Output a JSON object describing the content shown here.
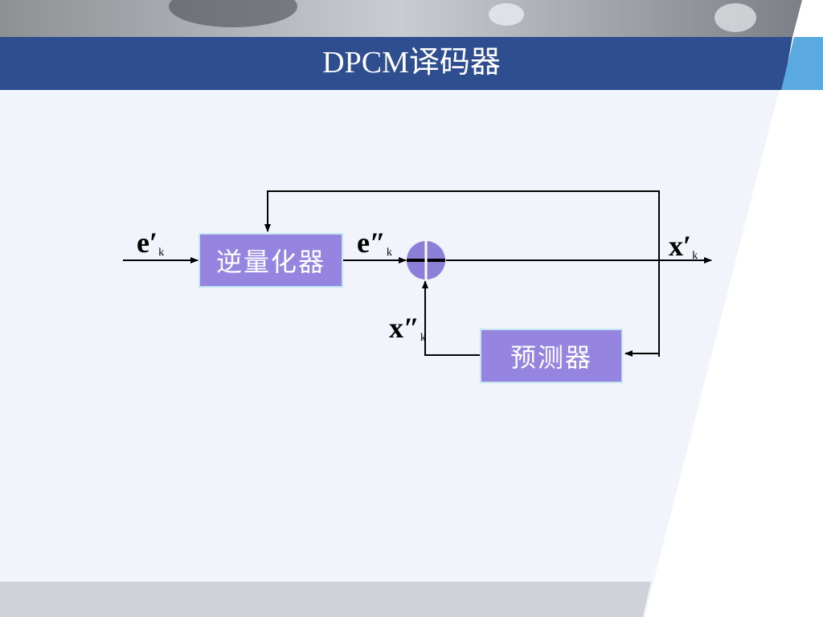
{
  "slide": {
    "title": "DPCM译码器"
  },
  "diagram": {
    "blocks": {
      "dequantizer": "逆量化器",
      "predictor": "预测器"
    },
    "signals": {
      "input": {
        "symbol": "e′",
        "subscript": "k"
      },
      "dequant_out": {
        "symbol": "e″",
        "subscript": "k"
      },
      "prediction": {
        "symbol": "x″",
        "subscript": "k"
      },
      "output": {
        "symbol": "x′",
        "subscript": "k"
      }
    }
  }
}
